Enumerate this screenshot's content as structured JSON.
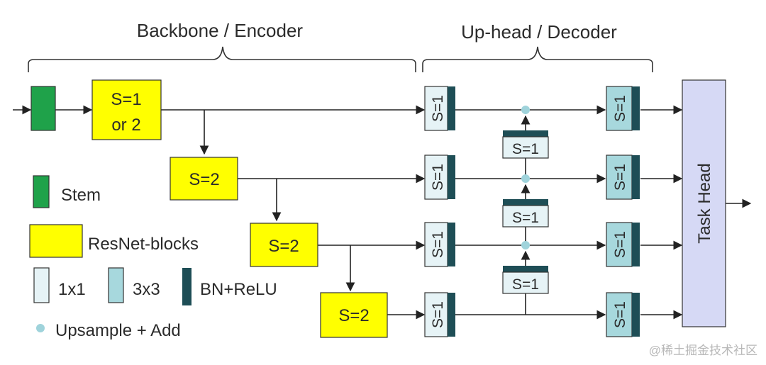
{
  "header": {
    "encoder_title": "Backbone / Encoder",
    "decoder_title": "Up-head / Decoder"
  },
  "encoder": {
    "first_block": [
      "S=1",
      "or 2"
    ],
    "down_blocks": [
      "S=2",
      "S=2",
      "S=2"
    ]
  },
  "decoder": {
    "lateral_label": "S=1",
    "up_label": "S=1",
    "output_label": "S=1"
  },
  "task_head": "Task Head",
  "legend": {
    "stem": "Stem",
    "resnet": "ResNet-blocks",
    "conv1x1": "1x1",
    "conv3x3": "3x3",
    "bnrelu": "BN+ReLU",
    "upsample": "Upsample + Add"
  },
  "watermark": "@稀土掘金技术社区",
  "colors": {
    "stem": "#1fa24a",
    "resnet": "#ffff00",
    "conv1x1": "#e6f3f6",
    "conv3x3": "#a7d8dd",
    "bnrelu": "#1e4e56",
    "upsample_dot": "#9fd3db",
    "task_head": "#d6d9f5",
    "line": "#222222"
  }
}
